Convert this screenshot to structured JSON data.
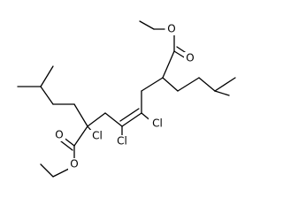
{
  "atoms": {
    "O_top_carbonyl": "O",
    "O_top_ester": "O",
    "Cl_right_vinyl": "Cl",
    "Cl_left_vinyl": "Cl",
    "Cl_quaternary": "Cl",
    "O_left_carbonyl": "O",
    "O_left_ester": "O"
  }
}
